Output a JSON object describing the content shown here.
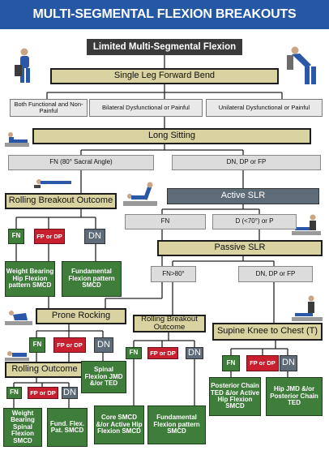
{
  "title": "MULTI-SEGMENTAL FLEXION BREAKOUTS",
  "nodes": {
    "limited": "Limited Multi-Segmental Flexion",
    "slfb": "Single Leg Forward Bend",
    "both_func": "Both Functional and Non-Painful",
    "bilat_dys": "Bilateral Dysfunctional or Painful",
    "unilat_dys": "Unilateral Dysfunctional or Painful",
    "long_sitting": "Long Sitting",
    "fn_sacral": "FN (80° Sacral Angle)",
    "dn_dp_fp_top": "DN, DP or FP",
    "active_slr": "Active SLR",
    "rolling_breakout_1": "Rolling Breakout Outcome",
    "fn_a": "FN",
    "fp_dp_a": "FP or DP",
    "dn_a": "DN",
    "weight_bearing_hip": "Weight Bearing Hip Flexion pattern SMCD",
    "fund_flex_pattern_1": "Fundamental Flexion pattern SMCD",
    "fn_aslr": "FN",
    "d_lt70_p": "D (<70°) or P",
    "passive_slr": "Passive SLR",
    "fn_gt80": "FN>80°",
    "dn_dp_fp_pslr": "DN, DP or FP",
    "prone_rocking": "Prone Rocking",
    "fn_b": "FN",
    "fp_dp_b": "FP or DP",
    "dn_b": "DN",
    "rolling_outcome": "Rolling Outcome",
    "spinal_flex_jmd": "Spinal Flexion JMD &/or TED",
    "fn_c": "FN",
    "fp_dp_c": "FP or DP",
    "dn_c": "DN",
    "wb_spinal_flex": "Weight Bearing Spinal Flexion SMCD",
    "fund_flex_pat": "Fund. Flex. Pat. SMCD",
    "rolling_breakout_2": "Rolling Breakout Outcome",
    "fn_d": "FN",
    "fp_dp_d": "FP or DP",
    "dn_d": "DN",
    "core_smcd": "Core SMCD &/or Active Hip Flexion SMCD",
    "fund_flex_pattern_2": "Fundamental Flexion pattern SMCD",
    "supine_k2c": "Supine Knee to Chest (T)",
    "fn_e": "FN",
    "fp_dp_e": "FP or DP",
    "dn_e": "DN",
    "post_chain_ted": "Posterior Chain TED &/or Active Hip Flexion SMCD",
    "hip_jmd": "Hip JMD &/or Posterior Chain TED"
  },
  "colors": {
    "banner": "#2458a4",
    "test_box": "#d8d3a0",
    "start_box": "#3a3a3a",
    "pass_result": "#3f7d3a",
    "pain_result": "#c8202f",
    "neutral_result": "#5e6b78"
  }
}
